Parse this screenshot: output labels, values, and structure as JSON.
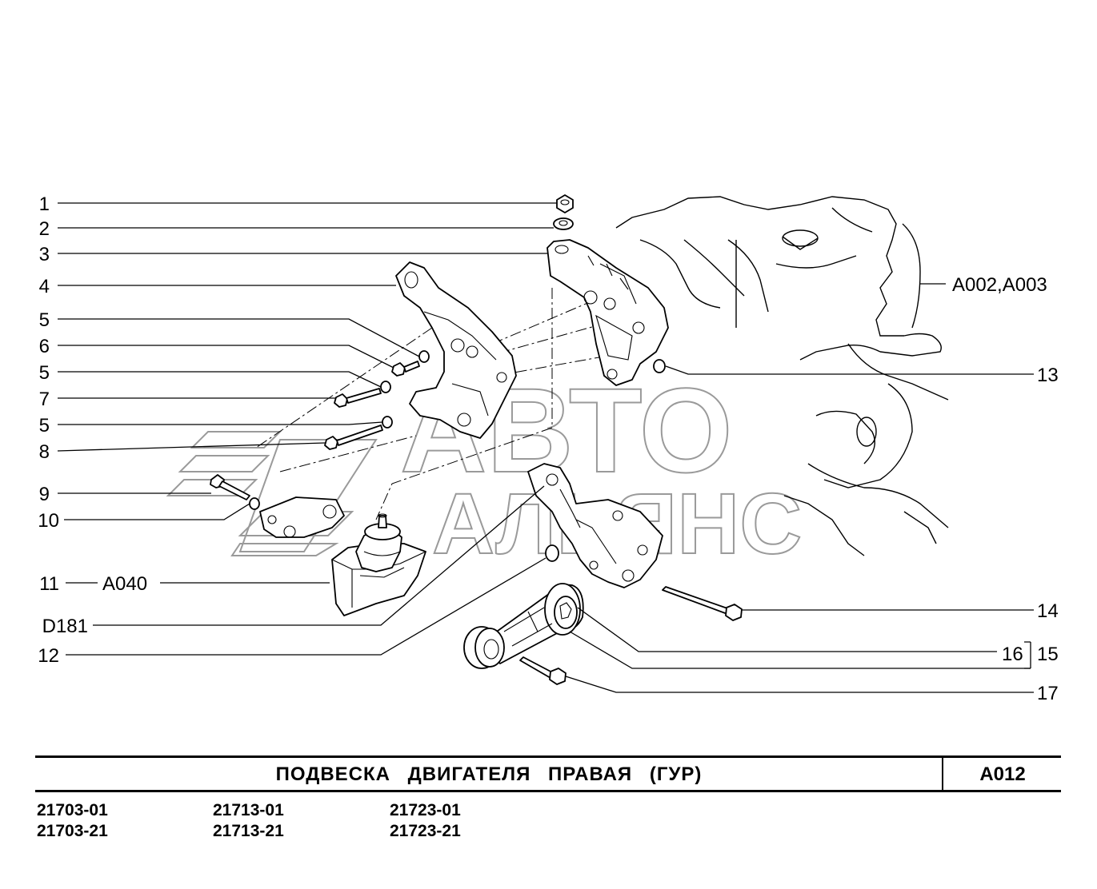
{
  "title": "ПОДВЕСКА   ДВИГАТЕЛЯ   ПРАВАЯ  (ГУР)",
  "page_code": "A012",
  "models": [
    [
      "21703-01",
      "21703-21"
    ],
    [
      "21713-01",
      "21713-21"
    ],
    [
      "21723-01",
      "21723-21"
    ]
  ],
  "watermark": {
    "line1": "АВТО",
    "line2": "АЛЬЯНС"
  },
  "callouts": {
    "c1": "1",
    "c2": "2",
    "c3": "3",
    "c4": "4",
    "c5a": "5",
    "c6": "6",
    "c5b": "5",
    "c7": "7",
    "c5c": "5",
    "c8": "8",
    "c9": "9",
    "c10": "10",
    "c11": "11",
    "ref_a040": "A040",
    "ref_d181": "D181",
    "c12": "12",
    "ref_a002": "A002,A003",
    "c13": "13",
    "c14": "14",
    "c16": "16",
    "c15": "15",
    "c17": "17"
  }
}
